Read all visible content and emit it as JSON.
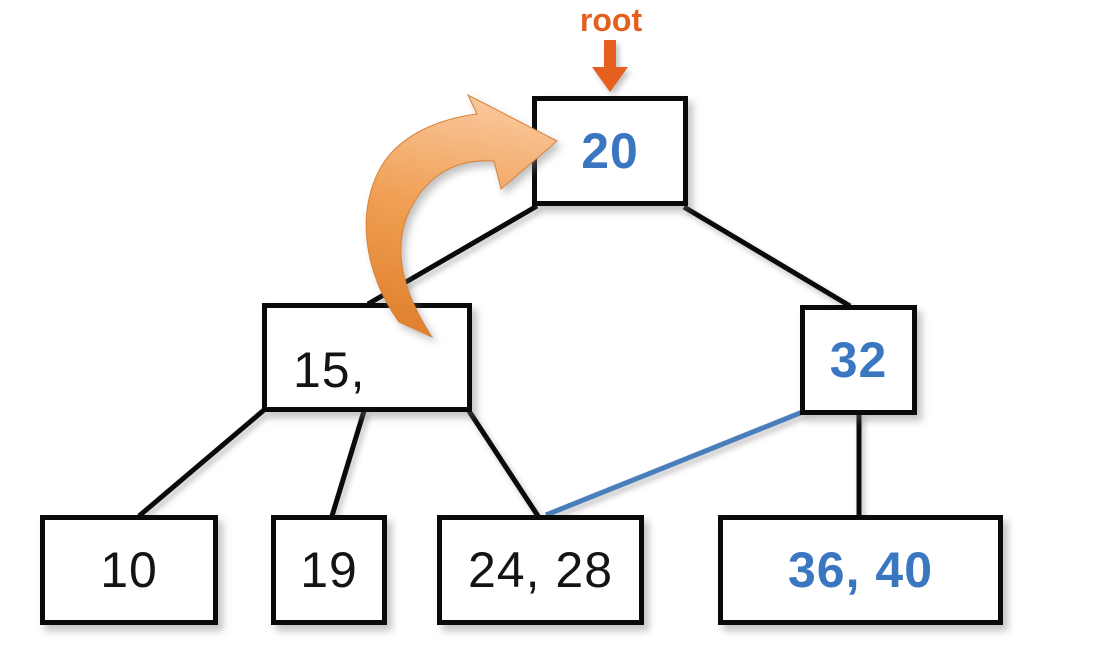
{
  "diagram": {
    "pointer_label": "root",
    "nodes": {
      "root": {
        "value": "20"
      },
      "internal_left": {
        "value": "15,"
      },
      "internal_right": {
        "value": "32"
      },
      "leaf_10": {
        "value": "10"
      },
      "leaf_19": {
        "value": "19"
      },
      "leaf_24_28": {
        "value": "24, 28"
      },
      "leaf_36_40": {
        "value": "36, 40"
      }
    },
    "icons": {
      "root_pointer_arrow": "down-arrow",
      "promote_arrow": "curved-up-arrow"
    }
  },
  "colors": {
    "value_blue": "#3B76C0",
    "value_black": "#141414",
    "pointer_orange": "#E5601E",
    "edge_black": "#0a0a0a",
    "edge_blue": "#4A7EBB",
    "promote_light": "#F9C79C",
    "promote_mid": "#F0A055",
    "promote_dark": "#DF7E2A"
  }
}
